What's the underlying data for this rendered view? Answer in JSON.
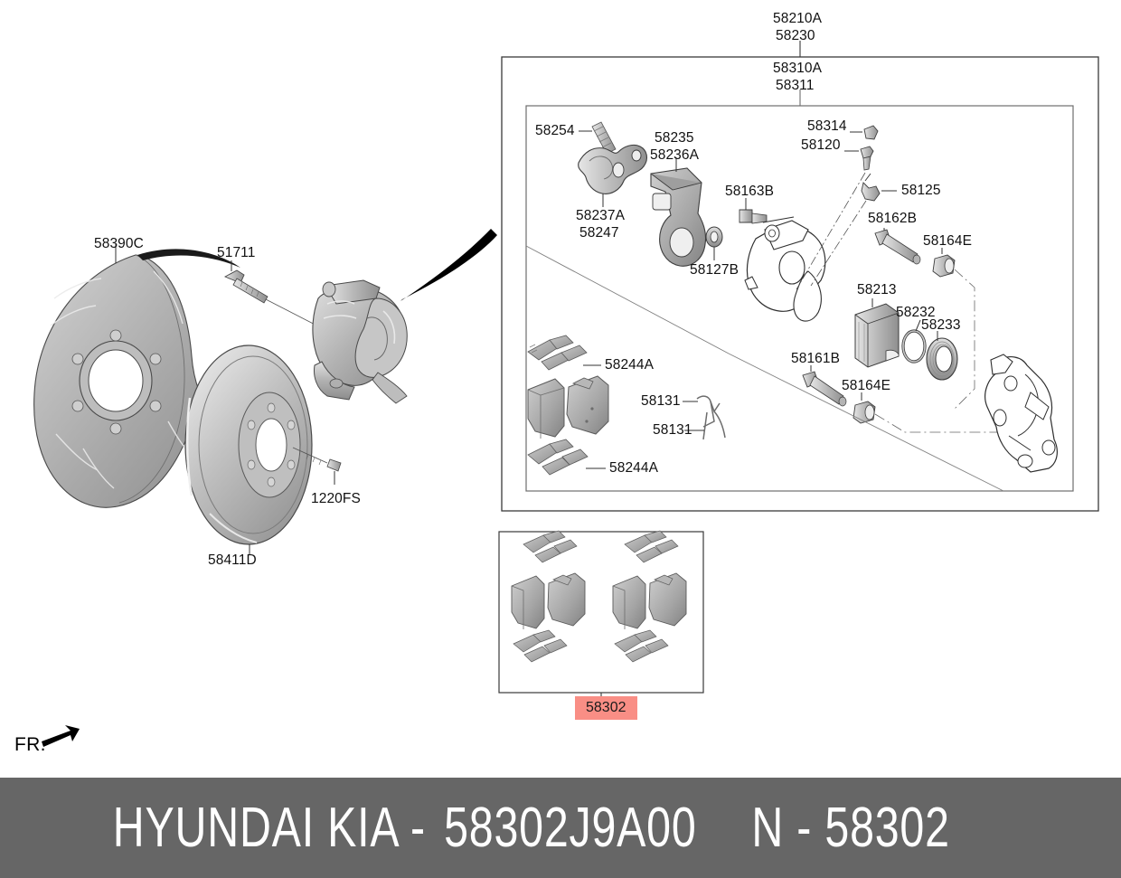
{
  "diagram": {
    "title_part": "58302",
    "front_marker": "FR.",
    "outer_group": {
      "labels": [
        "58210A",
        "58230"
      ]
    },
    "inner_group": {
      "labels": [
        "58310A",
        "58311"
      ]
    },
    "pad_kit_label": "58302",
    "callouts": [
      {
        "id": "c58390C",
        "text": "58390C",
        "part": "brake-disc-cover"
      },
      {
        "id": "c51711",
        "text": "51711",
        "part": "caliper-mounting-bolt"
      },
      {
        "id": "c1220FS",
        "text": "1220FS",
        "part": "disc-screw"
      },
      {
        "id": "c58411D",
        "text": "58411D",
        "part": "brake-disc"
      },
      {
        "id": "c58254",
        "text": "58254",
        "part": "return-spring"
      },
      {
        "id": "c58237A",
        "text": "58237A",
        "part": "parking-lever"
      },
      {
        "id": "c58247",
        "text": "58247",
        "part": "parking-lever-alt"
      },
      {
        "id": "c58235",
        "text": "58235",
        "part": "carrier-bracket"
      },
      {
        "id": "c58236A",
        "text": "58236A",
        "part": "carrier-bracket-alt"
      },
      {
        "id": "c58127B",
        "text": "58127B",
        "part": "seal-washer"
      },
      {
        "id": "c58163B",
        "text": "58163B",
        "part": "bleeder-bolt"
      },
      {
        "id": "c58314",
        "text": "58314",
        "part": "bleeder-cap"
      },
      {
        "id": "c58120",
        "text": "58120",
        "part": "bleeder-screw"
      },
      {
        "id": "c58125",
        "text": "58125",
        "part": "bleeder-nipple"
      },
      {
        "id": "c58162B",
        "text": "58162B",
        "part": "guide-rod-bolt"
      },
      {
        "id": "c58164E_top",
        "text": "58164E",
        "part": "guide-bushing-upper"
      },
      {
        "id": "c58213",
        "text": "58213",
        "part": "piston"
      },
      {
        "id": "c58232",
        "text": "58232",
        "part": "piston-seal"
      },
      {
        "id": "c58233",
        "text": "58233",
        "part": "dust-boot"
      },
      {
        "id": "c58161B",
        "text": "58161B",
        "part": "guide-rod-bolt-lower"
      },
      {
        "id": "c58164E_bot",
        "text": "58164E",
        "part": "guide-bushing-lower"
      },
      {
        "id": "c58244A_top",
        "text": "58244A",
        "part": "pad-shim-upper"
      },
      {
        "id": "c58244A_bot",
        "text": "58244A",
        "part": "pad-shim-lower"
      },
      {
        "id": "c58131_top",
        "text": "58131",
        "part": "pad-spring-upper"
      },
      {
        "id": "c58131_bot",
        "text": "58131",
        "part": "pad-spring-lower"
      }
    ]
  },
  "footer": {
    "brand": "HYUNDAI  KIA -",
    "part_number": "58302J9A00",
    "reference": "N - 58302",
    "bar_color": "#666666",
    "text_color": "#ffffff"
  },
  "colors": {
    "highlight": "#F98E85",
    "line": "#2b2b2b",
    "metal_light": "#d8d8d8",
    "metal_mid": "#a8a8a8",
    "metal_dark": "#7d7d7d"
  }
}
